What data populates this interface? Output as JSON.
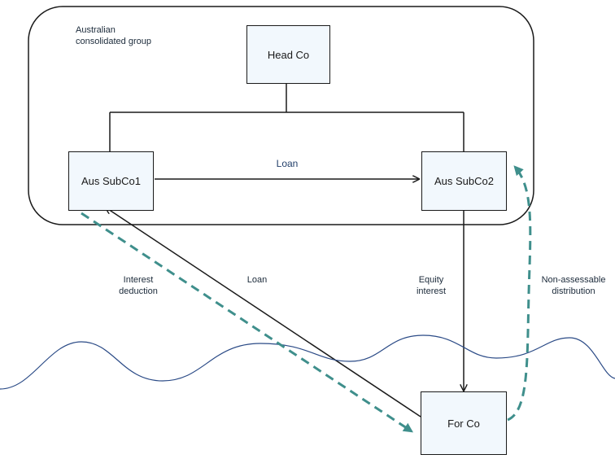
{
  "diagram": {
    "group_label_line1": "Australian",
    "group_label_line2": "consolidated group",
    "nodes": {
      "head": "Head Co",
      "sub1": "Aus SubCo1",
      "sub2": "Aus SubCo2",
      "forco": "For Co"
    },
    "edges": {
      "loan_top": "Loan",
      "loan_diagonal": "Loan",
      "interest_line1": "Interest",
      "interest_line2": "deduction",
      "equity_line1": "Equity",
      "equity_line2": "interest",
      "nonassess_line1": "Non-assessable",
      "nonassess_line2": "distribution"
    }
  },
  "colors": {
    "line": "#1a1a1a",
    "dashed_flow": "#3f8f8c",
    "wave": "#2a4a86",
    "box_fill": "#f2f8fd"
  }
}
